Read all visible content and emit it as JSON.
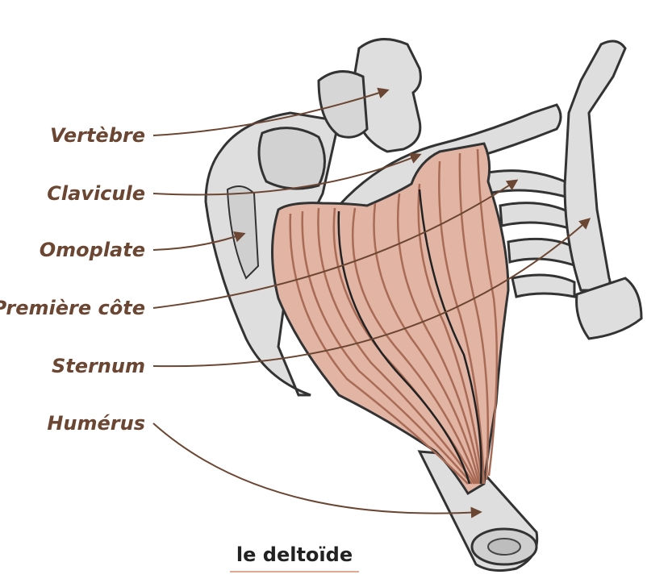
{
  "labels": {
    "vertebre": "Vertèbre",
    "clavicule": "Clavicule",
    "omoplate": "Omoplate",
    "premiere_cote": "Première côte",
    "sternum": "Sternum",
    "humerus": "Humérus"
  },
  "caption": "le deltoïde",
  "colors": {
    "bone": "#dedede",
    "bone_outline": "#333333",
    "muscle": "#e2b4a4",
    "muscle_line": "#a86b55",
    "arrow": "#6b4632",
    "label_text": "#6b4632",
    "caption_underline": "#e2a894"
  }
}
